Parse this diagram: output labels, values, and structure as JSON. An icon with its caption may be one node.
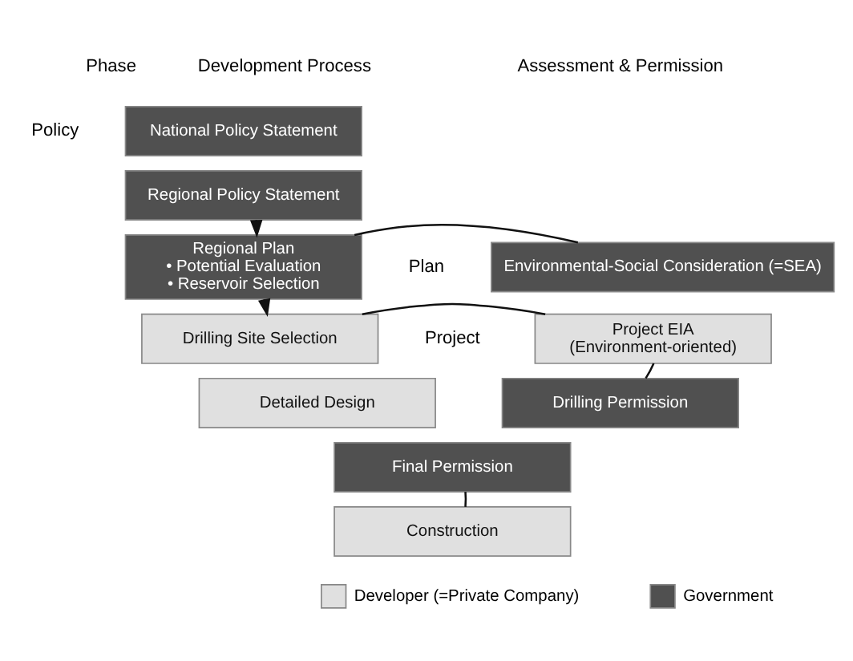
{
  "diagram": {
    "nodes": [
      {
        "text": [
          "National Policy Statement"
        ]
      },
      {
        "text": [
          "Regional Policy Statement"
        ]
      },
      {
        "text": [
          "Regional Plan",
          "• Potential Evaluation",
          "• Reservoir Selection"
        ]
      },
      {
        "text": [
          "Environmental-Social Consideration (=SEA)"
        ]
      },
      {
        "text": [
          "Drilling Site Selection"
        ]
      },
      {
        "text": [
          "Detailed Design"
        ]
      },
      {
        "text": [
          "Project EIA",
          "(Environment-oriented)"
        ]
      },
      {
        "text": [
          "Drilling Permission"
        ]
      },
      {
        "text": [
          "Final Permission"
        ]
      },
      {
        "text": [
          "Construction"
        ]
      }
    ],
    "edges": [
      {
        "from": 1,
        "to": 2,
        "arrow": "to"
      },
      {
        "from": 2,
        "to": 4,
        "arrow": "to"
      },
      {
        "from": 2,
        "to": 3,
        "arrow": "none"
      },
      {
        "from": 4,
        "to": 6,
        "arrow": "none"
      },
      {
        "from": 6,
        "to": 7,
        "arrow": "none"
      },
      {
        "from": 8,
        "to": 9,
        "arrow": "none"
      }
    ],
    "labels": [
      "Phase",
      "Development Process",
      "Assessment & Permission",
      "Policy",
      "Plan",
      "Project"
    ],
    "legend": [
      {
        "text": "Developer (=Private Company)",
        "color": "#e0e0e0"
      },
      {
        "text": "Government",
        "color": "#505050"
      }
    ]
  }
}
